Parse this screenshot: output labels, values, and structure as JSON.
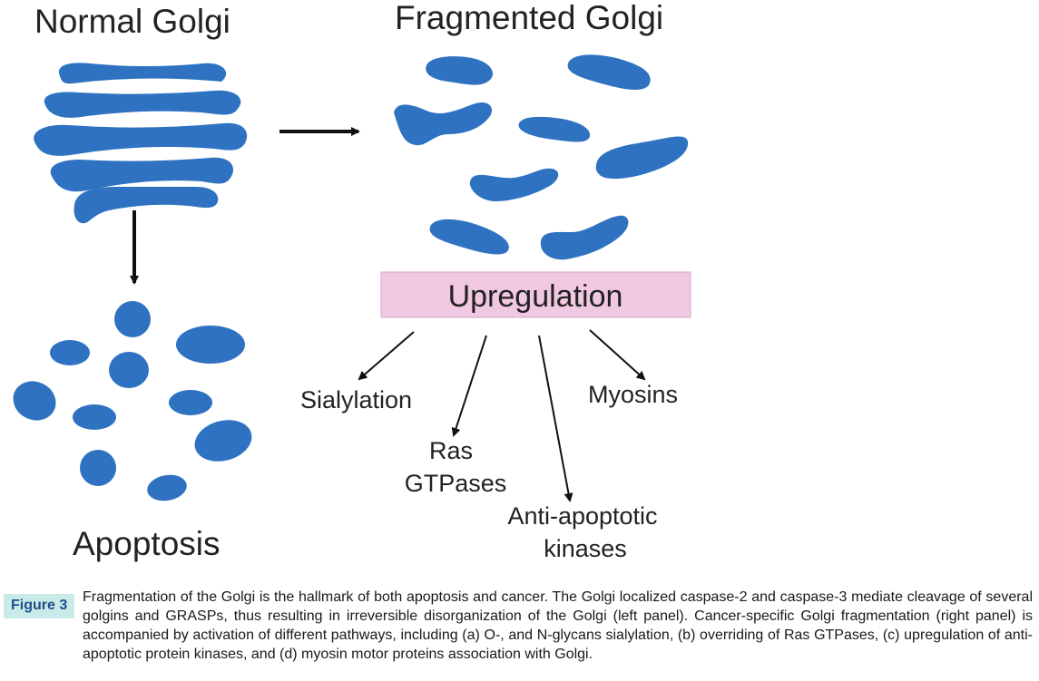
{
  "diagram": {
    "normal_golgi_label": "Normal Golgi",
    "fragmented_golgi_label": "Fragmented Golgi",
    "apoptosis_label": "Apoptosis",
    "upregulation_label": "Upregulation",
    "outcomes": {
      "sialylation": "Sialylation",
      "ras_line1": "Ras",
      "ras_line2": "GTPases",
      "anti_line1": "Anti-apoptotic",
      "anti_line2": "kinases",
      "myosins": "Myosins"
    },
    "colors": {
      "organelle_blue": "#2e72c1",
      "upregulation_box": "#f1c8e1",
      "arrow": "#111111"
    }
  },
  "caption": {
    "figure_label": "Figure 3",
    "text": "Fragmentation of the Golgi is the hallmark of both apoptosis and cancer. The Golgi localized caspase-2 and caspase-3 mediate cleavage of several golgins and GRASPs, thus resulting in irreversible disorganization of the Golgi (left panel). Cancer-specific Golgi fragmentation (right panel) is accompanied by activation of different pathways, including (a) O-, and N-glycans sialylation, (b) overriding of Ras GTPases, (c) upregulation of anti-apoptotic protein kinases, and (d) myosin motor proteins association with Golgi."
  }
}
